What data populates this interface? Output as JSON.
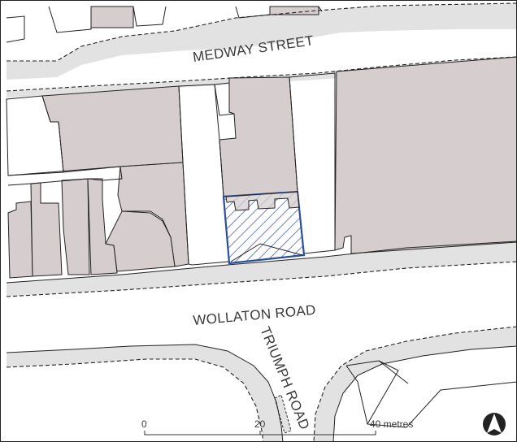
{
  "map": {
    "colors": {
      "building": "#d6cece",
      "road_edge": "#e2e2e2",
      "outline": "#222222",
      "site_boundary": "#2b4f9a",
      "site_hatch": "#6f86b8",
      "label": "#3a3a3a"
    },
    "roads": {
      "medway": "MEDWAY STREET",
      "wollaton": "WOLLATON ROAD",
      "triumph": "TRIUMPH ROAD"
    },
    "scale_bar": {
      "tick_0": "0",
      "tick_20": "20",
      "tick_40": "40 metres"
    },
    "north_arrow": "north-arrow-icon"
  }
}
